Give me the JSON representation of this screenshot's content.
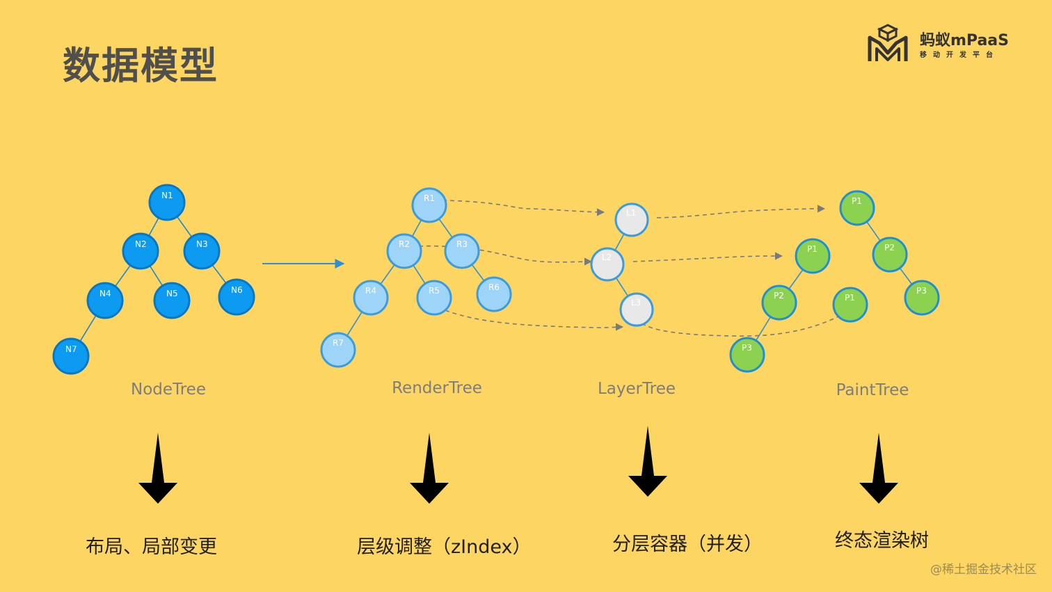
{
  "title": "数据模型",
  "brand": {
    "name": "蚂蚁mPaaS",
    "subtitle": "移动开发平台"
  },
  "trees": [
    {
      "label": "NodeTree",
      "fill": "#0D9BF2",
      "stroke": "#0677C4",
      "edge": "#1F86D0",
      "nodes": [
        "N1",
        "N2",
        "N3",
        "N4",
        "N5",
        "N6",
        "N7"
      ],
      "edges": [
        [
          "N1",
          "N2"
        ],
        [
          "N1",
          "N3"
        ],
        [
          "N2",
          "N4"
        ],
        [
          "N2",
          "N5"
        ],
        [
          "N3",
          "N6"
        ],
        [
          "N4",
          "N7"
        ]
      ],
      "step": "布局、局部变更"
    },
    {
      "label": "RenderTree",
      "fill": "#9ED4F8",
      "stroke": "#3A9BE0",
      "edge": "#2F8FD6",
      "nodes": [
        "R1",
        "R2",
        "R3",
        "R4",
        "R5",
        "R6",
        "R7"
      ],
      "edges": [
        [
          "R1",
          "R2"
        ],
        [
          "R1",
          "R3"
        ],
        [
          "R2",
          "R4"
        ],
        [
          "R2",
          "R5"
        ],
        [
          "R3",
          "R6"
        ],
        [
          "R4",
          "R7"
        ]
      ],
      "step": "层级调整（zIndex）"
    },
    {
      "label": "LayerTree",
      "fill": "#E8E8E8",
      "stroke": "#3A9BE0",
      "edge": "#2F8FD6",
      "nodes": [
        "L1",
        "L2",
        "L3"
      ],
      "edges": [
        [
          "L1",
          "L2"
        ],
        [
          "L2",
          "L3"
        ]
      ],
      "step": "分层容器（并发）"
    },
    {
      "label": "PaintTree",
      "fill": "#8CD150",
      "stroke": "#1E8FD6",
      "edge": "#2F8FD6",
      "nodes": [
        "P1",
        "P2",
        "P3",
        "P1",
        "P2",
        "P3",
        "P1"
      ],
      "edges": [
        [
          "P1a",
          "P2a"
        ],
        [
          "P2a",
          "P3a"
        ],
        [
          "P1b",
          "P2b"
        ],
        [
          "P2b",
          "P3b"
        ]
      ],
      "step": "终态渲染树"
    }
  ],
  "watermark": "@稀土掘金技术社区"
}
